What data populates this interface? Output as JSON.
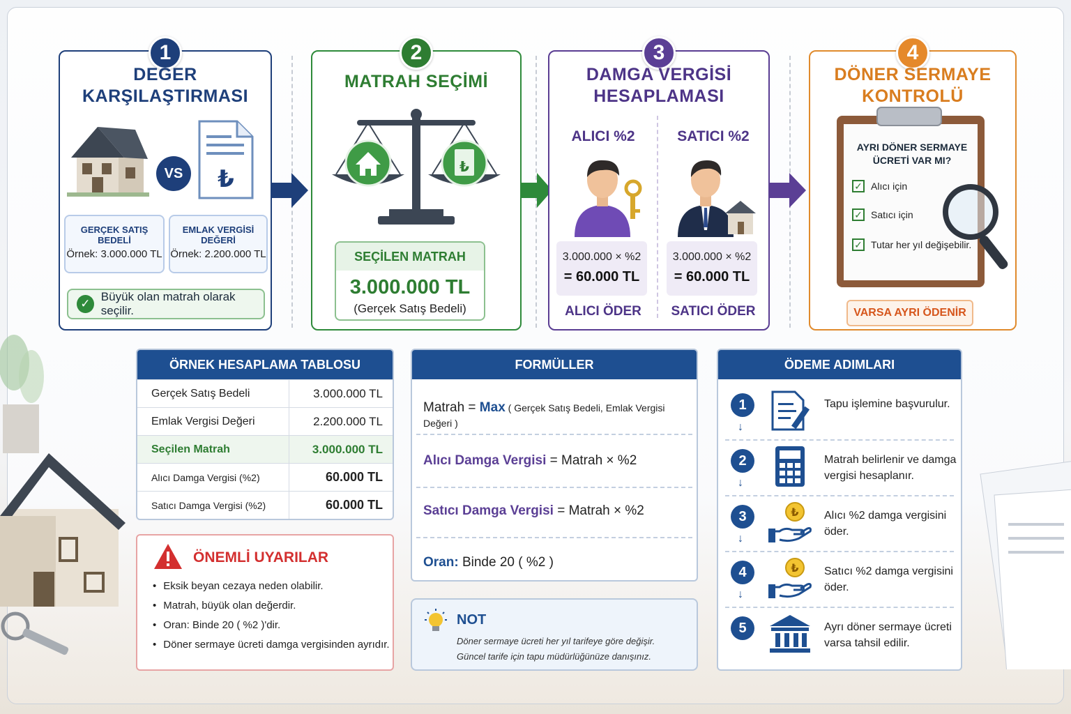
{
  "steps": {
    "s1": {
      "number": "1",
      "title_line1": "DEĞER",
      "title_line2": "KARŞILAŞTIRMASI",
      "vs": "VS",
      "box1_label": "GERÇEK SATIŞ BEDELİ",
      "box1_value": "Örnek: 3.000.000 TL",
      "box2_label": "EMLAK VERGİSİ DEĞERİ",
      "box2_value": "Örnek: 2.200.000 TL",
      "note": "Büyük olan matrah olarak seçilir."
    },
    "s2": {
      "number": "2",
      "title": "MATRAH SEÇİMİ",
      "box_header": "SEÇİLEN MATRAH",
      "box_value": "3.000.000 TL",
      "box_sub": "(Gerçek Satış Bedeli)"
    },
    "s3": {
      "number": "3",
      "title_line1": "DAMGA VERGİSİ",
      "title_line2": "HESAPLAMASI",
      "buyer_head": "ALICI %2",
      "seller_head": "SATICI %2",
      "buyer_calc1": "3.000.000 × %2",
      "buyer_calc2": "= 60.000 TL",
      "seller_calc1": "3.000.000 × %2",
      "seller_calc2": "= 60.000 TL",
      "buyer_pays": "ALICI ÖDER",
      "seller_pays": "SATICI ÖDER"
    },
    "s4": {
      "number": "4",
      "title_line1": "DÖNER SERMAYE",
      "title_line2": "KONTROLÜ",
      "question_line1": "AYRI DÖNER SERMAYE",
      "question_line2": "ÜCRETİ VAR MI?",
      "item1": "Alıcı için",
      "item2": "Satıcı için",
      "item3": "Tutar her yıl değişebilir.",
      "pill": "VARSA AYRI ÖDENİR"
    }
  },
  "table": {
    "title": "ÖRNEK HESAPLAMA TABLOSU",
    "rows": [
      {
        "label": "Gerçek Satış Bedeli",
        "value": "3.000.000 TL"
      },
      {
        "label": "Emlak Vergisi Değeri",
        "value": "2.200.000 TL"
      },
      {
        "label": "Seçilen Matrah",
        "value": "3.000.000 TL"
      },
      {
        "label": "Alıcı Damga Vergisi (%2)",
        "value": "60.000 TL"
      },
      {
        "label": "Satıcı Damga Vergisi (%2)",
        "value": "60.000 TL"
      }
    ]
  },
  "warnings": {
    "title": "ÖNEMLİ UYARILAR",
    "items": [
      "Eksik beyan cezaya neden olabilir.",
      "Matrah, büyük olan değerdir.",
      "Oran: Binde 20 ( %2 )'dir.",
      "Döner sermaye ücreti damga vergisinden ayrıdır."
    ]
  },
  "formulas": {
    "title": "FORMÜLLER",
    "f1_lhs": "Matrah",
    "f1_eq": " = ",
    "f1_max": "Max",
    "f1_args": "  (  Gerçek Satış Bedeli, Emlak Vergisi Değeri  )",
    "f2_lhs": "Alıcı Damga Vergisi",
    "f2_rhs": " = Matrah  ×  %2",
    "f3_lhs": "Satıcı Damga Vergisi",
    "f3_rhs": " = Matrah  ×  %2",
    "f4_lhs": "Oran:",
    "f4_rhs": " Binde 20  ( %2 )"
  },
  "note": {
    "title": "NOT",
    "line1": "Döner sermaye ücreti her yıl tarifeye göre değişir.",
    "line2": "Güncel tarife için tapu müdürlüğünüze danışınız."
  },
  "payment": {
    "title": "ÖDEME ADIMLARI",
    "steps": [
      {
        "num": "1",
        "text": "Tapu işlemine başvurulur.",
        "icon": "document-pen-icon"
      },
      {
        "num": "2",
        "text": "Matrah belirlenir ve damga vergisi hesaplanır.",
        "icon": "calculator-icon"
      },
      {
        "num": "3",
        "text": "Alıcı %2 damga vergisini öder.",
        "icon": "hand-coin-icon"
      },
      {
        "num": "4",
        "text": "Satıcı %2 damga vergisini öder.",
        "icon": "hand-coin-icon"
      },
      {
        "num": "5",
        "text": "Ayrı döner sermaye ücreti varsa tahsil edilir.",
        "icon": "bank-icon"
      }
    ],
    "down_arrow": "↓"
  },
  "colors": {
    "navy": "#1e3f7a",
    "green": "#2e7d32",
    "purple": "#5b3f95",
    "orange": "#e5892b",
    "red": "#d32f2f"
  }
}
